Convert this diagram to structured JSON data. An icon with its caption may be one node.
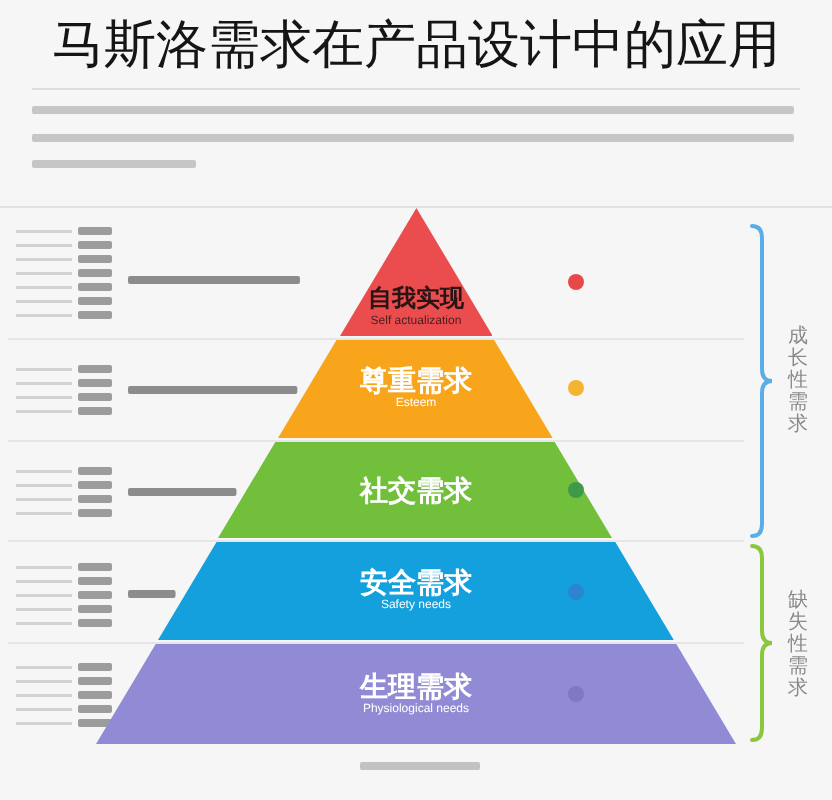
{
  "diagram": {
    "title": "马斯洛需求在产品设计中的应用",
    "nodes": [
      {
        "text": [
          "自我实现",
          "Self actualization"
        ]
      },
      {
        "text": [
          "尊重需求",
          "Esteem"
        ]
      },
      {
        "text": [
          "社交需求"
        ]
      },
      {
        "text": [
          "安全需求",
          "Safety needs"
        ]
      },
      {
        "text": [
          "生理需求",
          "Physiological needs"
        ]
      }
    ],
    "labels": [
      "成长性需求",
      "缺失性需求"
    ]
  }
}
